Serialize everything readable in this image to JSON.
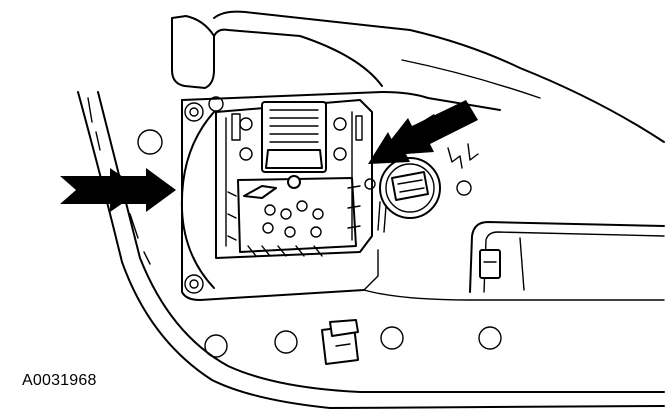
{
  "figure": {
    "id_label": "A0031968"
  },
  "callouts": [
    {
      "name": "left-pointer-arrow",
      "icon": "double-chevron-arrow-right"
    },
    {
      "name": "right-pointer-arrow",
      "icon": "double-chevron-arrow-down-left"
    }
  ],
  "colors": {
    "line": "#000000",
    "background": "#ffffff"
  }
}
